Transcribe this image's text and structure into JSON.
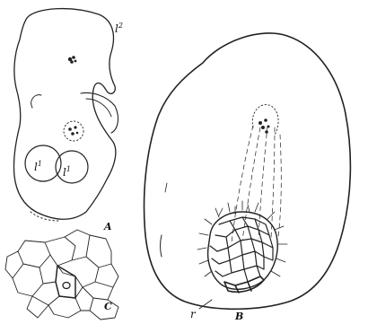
{
  "figure": {
    "panels": [
      {
        "id": "A",
        "label": "A"
      },
      {
        "id": "B",
        "label": "B"
      },
      {
        "id": "C",
        "label": "C"
      }
    ],
    "annotations": {
      "l2": {
        "base": "l",
        "sup": "2"
      },
      "l1a": {
        "base": "l",
        "sup": "1"
      },
      "l1b": {
        "base": "l",
        "sup": "1"
      },
      "r": {
        "base": "r"
      }
    }
  }
}
